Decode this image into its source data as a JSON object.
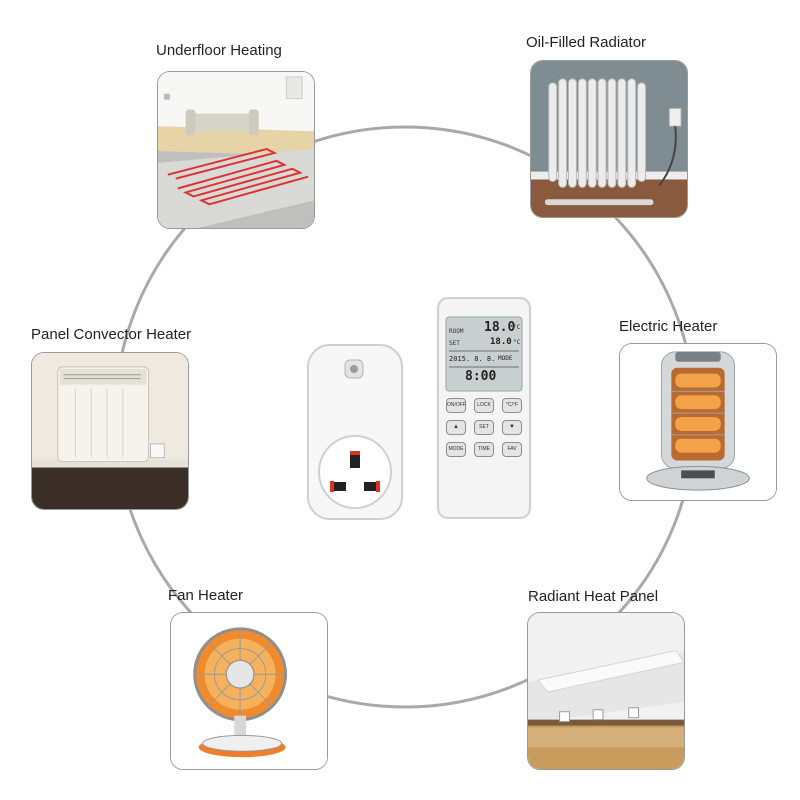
{
  "items": [
    {
      "label": "Underfloor Heating"
    },
    {
      "label": "Oil-Filled Radiator"
    },
    {
      "label": "Panel Convector Heater"
    },
    {
      "label": "Electric Heater"
    },
    {
      "label": "Fan Heater"
    },
    {
      "label": "Radiant Heat Panel"
    }
  ],
  "remote": {
    "room_label": "ROOM",
    "room_temp": "18.0",
    "unit": "°C",
    "set_label": "SET",
    "set_temp": "18.0",
    "mode_label": "MODE",
    "date_text": "2015. 8. 8.",
    "time_text": "8:00",
    "buttons": [
      "ON/OFF",
      "LOCK",
      "°C/°F",
      "▲",
      "SET",
      "▼",
      "MODE",
      "TIME",
      "FAV"
    ]
  },
  "colors": {
    "ring": "#a9a9a9",
    "card_border": "#9a9a9a",
    "plug_body": "#f7f7f7",
    "remote_body": "#f4f4f4",
    "lcd": "#c9cfcf"
  }
}
